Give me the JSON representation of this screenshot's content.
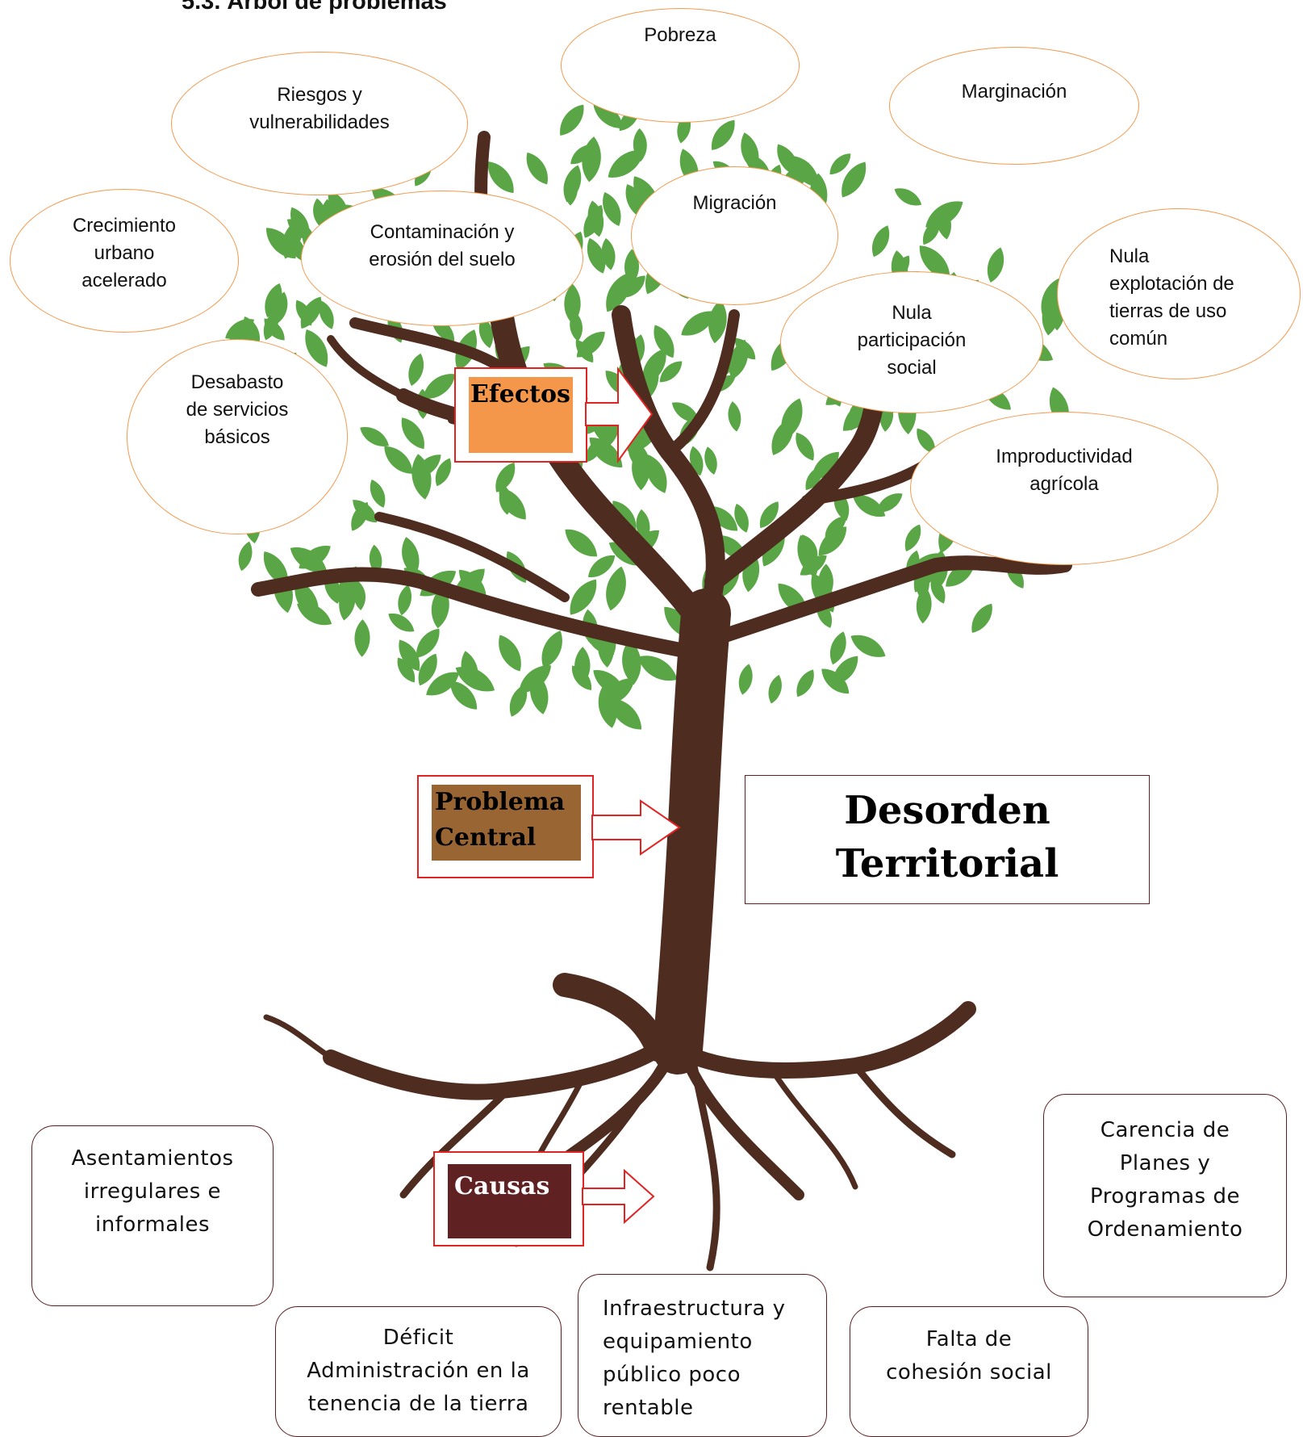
{
  "heading": "5.3. Árbol de problemas",
  "colors": {
    "trunk": "#4e2d20",
    "leaf": "#5aa646",
    "ellipse_border": "#f39a4e",
    "label_border": "#e32222",
    "efectos_fill": "#f5974a",
    "problema_fill": "#996633",
    "causas_fill": "#5f2121",
    "cause_border": "#5a1e1e"
  },
  "effects": [
    {
      "lines": [
        "Pobreza"
      ]
    },
    {
      "lines": [
        "Riesgos y",
        "vulnerabilidades"
      ]
    },
    {
      "lines": [
        "Marginación"
      ]
    },
    {
      "lines": [
        "Crecimiento",
        "urbano",
        "acelerado"
      ]
    },
    {
      "lines": [
        "Contaminación y",
        "erosión del suelo"
      ]
    },
    {
      "lines": [
        "Migración"
      ]
    },
    {
      "lines": [
        "Nula",
        "explotación de",
        "tierras de uso",
        "común"
      ]
    },
    {
      "lines": [
        "Nula",
        "participación",
        "social"
      ]
    },
    {
      "lines": [
        "Desabasto",
        "de servicios",
        "básicos"
      ]
    },
    {
      "lines": [
        "Improductividad",
        "agrícola"
      ]
    }
  ],
  "labels": {
    "efectos": "Efectos",
    "problema": [
      "Problema",
      "Central"
    ],
    "causas": "Causas"
  },
  "central_problem": [
    "Desorden",
    "Territorial"
  ],
  "causes": [
    {
      "lines": [
        "Asentamientos",
        "irregulares e",
        "informales"
      ]
    },
    {
      "lines": [
        "Déficit",
        "Administración en la",
        "tenencia de la tierra"
      ]
    },
    {
      "lines": [
        "Infraestructura y",
        "equipamiento",
        "público poco",
        "rentable"
      ]
    },
    {
      "lines": [
        "Falta de",
        "cohesión social"
      ]
    },
    {
      "lines": [
        "Carencia de",
        "Planes y",
        "Programas de",
        "Ordenamiento"
      ]
    }
  ]
}
